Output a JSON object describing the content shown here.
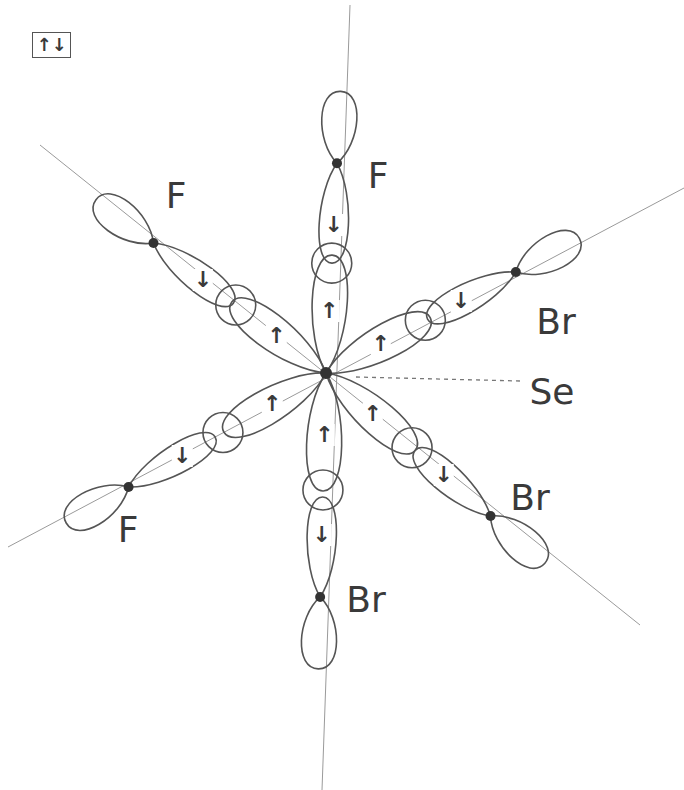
{
  "diagram": {
    "nodes": [
      {
        "text": [
          "↑↓"
        ]
      }
    ],
    "labels": [
      "F",
      "F",
      "Br",
      "Se",
      "F",
      "Br",
      "Br",
      "↑",
      "↓",
      "↑",
      "↓",
      "↑",
      "↓",
      "↑",
      "↓",
      "↑",
      "↓",
      "↑",
      "↓"
    ]
  }
}
